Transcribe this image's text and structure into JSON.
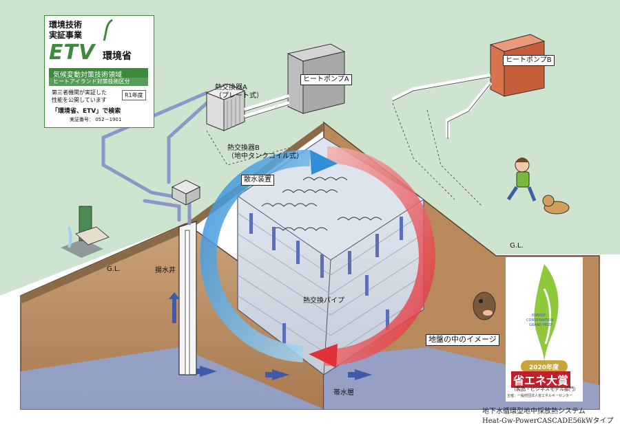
{
  "etv_badge": {
    "program_line1": "環境技術",
    "program_line2": "実証事業",
    "logo_text": "ETV",
    "ministry": "環境省",
    "field": "気候変動対策技術領域",
    "subfield": "ヒートアイランド対策技術区分",
    "note_line1": "第三者機関が実証した",
    "note_line2": "性能を公開しています",
    "year_badge": "R1年度",
    "search_hint": "「環境省、ETV」で検索",
    "cert_number": "実証番号： 052－1901"
  },
  "labels": {
    "heat_exchanger_a_line1": "熱交換器A",
    "heat_exchanger_a_line2": "（プレート式）",
    "heat_pump_a": "ヒートポンプA",
    "heat_pump_b": "ヒートポンプB",
    "heat_exchanger_b_line1": "熱交換器B",
    "heat_exchanger_b_line2": "（地中タンクコイル式）",
    "water_sprinkler": "散水装置",
    "pumping_well": "揚水井",
    "heat_exchange_pipe": "熱交換パイプ",
    "ground_image": "地盤の中のイメージ",
    "aquifer": "帯水層",
    "gl_left": "G.L.",
    "gl_right": "G.L."
  },
  "award": {
    "emblem_line1": "ENERGY",
    "emblem_line2": "CONSERVATION",
    "emblem_line3": "GRAND PRIZE",
    "year": "2020年度",
    "title": "省エネ大賞",
    "category": "（製品・ビジネスモデル部門）",
    "organizer": "主催：一般財団法人省エネルギーセンター"
  },
  "caption": {
    "line1": "地下水循環型地中採放熱システム",
    "line2": "Heat-Gw-PowerCASCADE56kWタイプ"
  },
  "colors": {
    "ground_surface": "#cfe4cf",
    "soil": "#b98f63",
    "aquifer": "#8fa5d8",
    "heat_pump_a": "#b5b5b5",
    "heat_pump_b": "#d9734e",
    "pipe": "#8d96c8",
    "flow_warm": "#e84a4a",
    "flow_cool": "#4aa3e0",
    "etv_green": "#3c8a3c"
  }
}
